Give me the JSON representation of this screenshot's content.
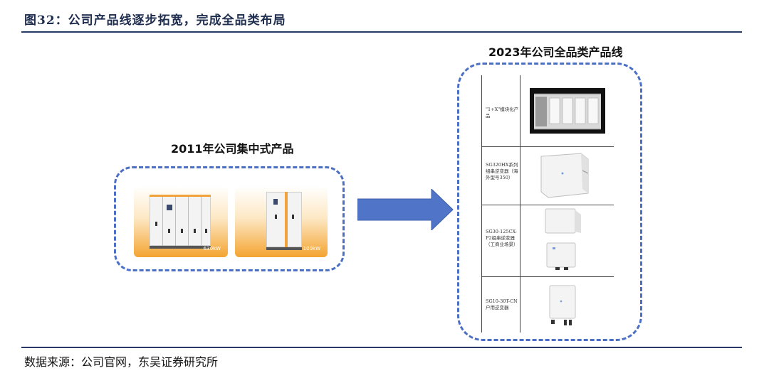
{
  "figure": {
    "title": "图32：公司产品线逐步拓宽，完成全品类布局"
  },
  "left_section": {
    "title": "2011年公司集中式产品",
    "products": [
      {
        "label": "630kW"
      },
      {
        "label": "100kW"
      }
    ]
  },
  "right_section": {
    "title": "2023年公司全品类产品线",
    "rows": [
      {
        "label": "\"1+X\"模块化产品"
      },
      {
        "label": "SG320HX系列组串逆变器（海外型号350）"
      },
      {
        "label": "SG30-125CX-P2组串逆变器（工商业场景）"
      },
      {
        "label": "SG10-30T-CN户用逆变器"
      }
    ]
  },
  "colors": {
    "rule": "#2a3a66",
    "dashed_border": "#4a6fc4",
    "arrow": "#4f74c8",
    "card_orange": "#f4a431"
  },
  "source": "数据来源：公司官网，东吴证券研究所"
}
